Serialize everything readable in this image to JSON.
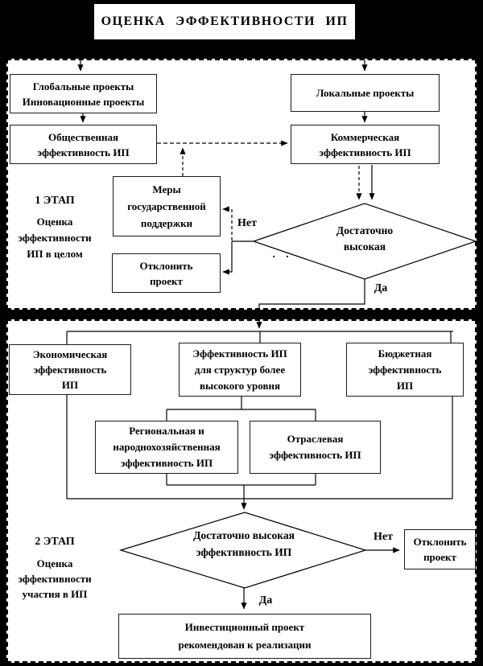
{
  "colors": {
    "background": "#000000",
    "panel": "#ffffff",
    "line": "#000000"
  },
  "title": "ОЦЕНКА ЭФФЕКТИВНОСТИ ИП",
  "stage1": {
    "label": "1 ЭТАП",
    "sublabel": "Оценка\nэффективности\nИП в целом",
    "box_global": "Глобальные проекты\nИнновационные проекты",
    "box_social": "Общественная\nэффективность ИП",
    "box_local": "Локальные проекты",
    "box_commercial": "Коммерческая\nэффективность ИП",
    "box_support": "Меры\nгосударственной\nподдержки",
    "box_reject": "Отклонить\nпроект",
    "decision": "Достаточно\nвысокая",
    "decision_dots": ". .",
    "label_no": "Нет",
    "label_yes": "Да"
  },
  "stage2": {
    "label": "2 ЭТАП",
    "sublabel": "Оценка\nэффективности\nучастия в ИП",
    "box_economic": "Экономическая\nэффективность\nИП",
    "box_higher": "Эффективность ИП\nдля структур более\nвысокого уровня",
    "box_budget": "Бюджетная\nэффективность\nИП",
    "box_regional": "Региональная и\nнароднохозяйственная\nэффективность ИП",
    "box_sector": "Отраслевая\nэффективность ИП",
    "decision": "Достаточно высокая\nэффективность ИП",
    "label_no": "Нет",
    "label_yes": "Да",
    "box_reject": "Отклонить\nпроект",
    "box_recommend": "Инвестиционный проект\nрекомендован к реализации"
  }
}
